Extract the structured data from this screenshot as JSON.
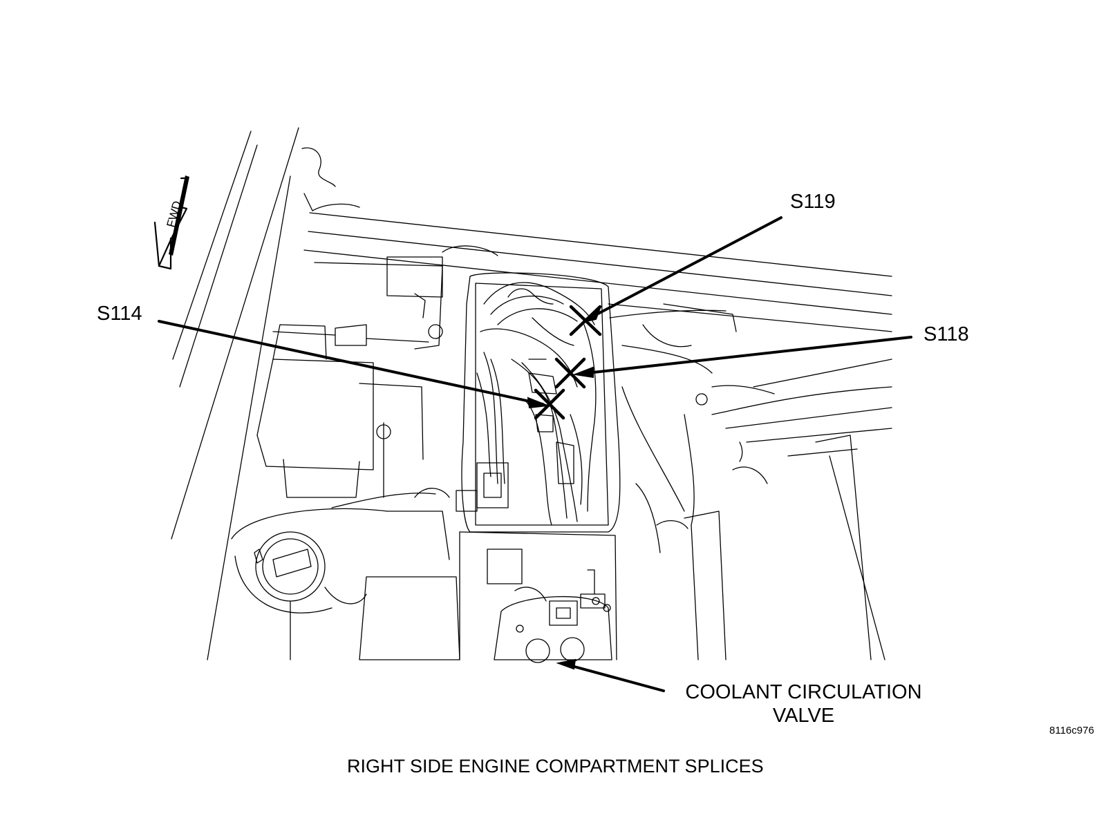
{
  "callouts": {
    "s119": "S119",
    "s118": "S118",
    "s114": "S114",
    "valve_line1": "COOLANT CIRCULATION",
    "valve_line2": "VALVE"
  },
  "figure_id": "8116c976",
  "caption": "RIGHT SIDE ENGINE COMPARTMENT SPLICES",
  "fwd_arrow_text": "FWD",
  "icons": {
    "fwd_arrow": "forward-direction-arrow-icon",
    "splice_marker": "x-splice-marker-icon"
  },
  "colors": {
    "line": "#000000",
    "background": "#ffffff"
  }
}
